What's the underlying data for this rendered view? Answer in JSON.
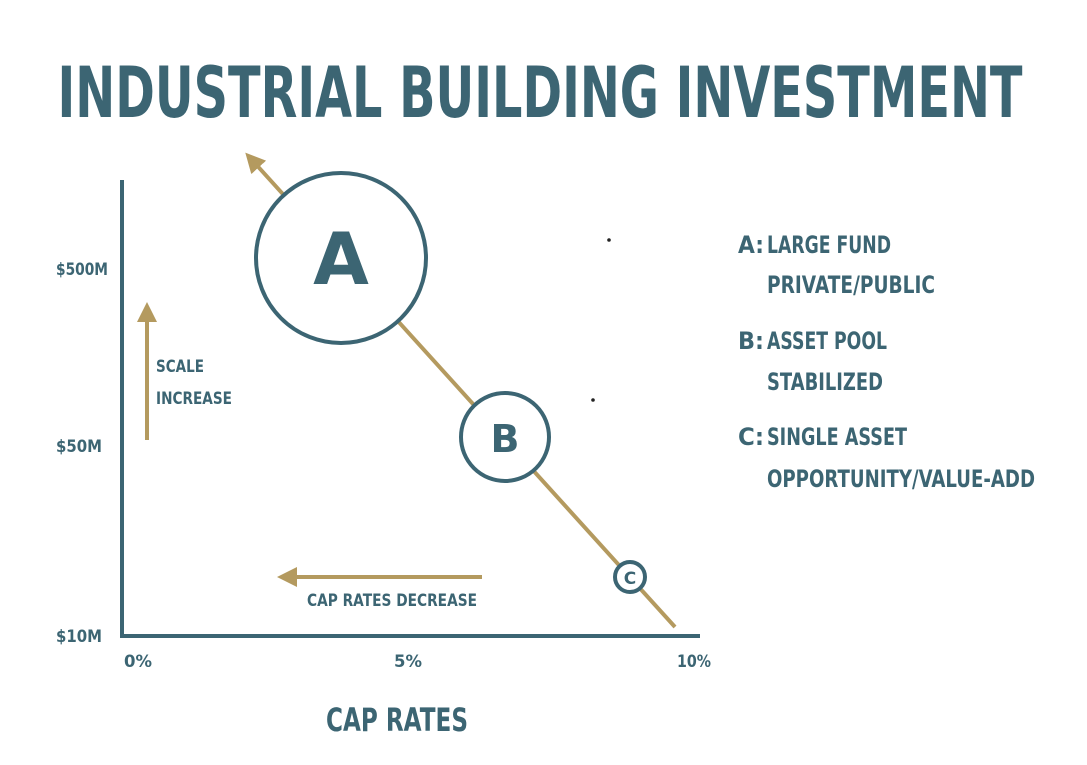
{
  "title": "INDUSTRIAL BUILDING INVESTMENT",
  "colors": {
    "primary": "#3c6573",
    "accent": "#b49a5f",
    "background": "#ffffff"
  },
  "y_axis": {
    "ticks": [
      "$500M",
      "$50M",
      "$10M"
    ]
  },
  "x_axis": {
    "label": "CAP RATES",
    "ticks": [
      "0%",
      "5%",
      "10%"
    ]
  },
  "annotations": {
    "scale_line1": "SCALE",
    "scale_line2": "INCREASE",
    "cap_rates_decrease": "CAP RATES DECREASE"
  },
  "nodes": [
    {
      "id": "A",
      "label": "A"
    },
    {
      "id": "B",
      "label": "B"
    },
    {
      "id": "C",
      "label": "C"
    }
  ],
  "legend": [
    {
      "key": "A:",
      "line1": "LARGE FUND",
      "line2": "PRIVATE/PUBLIC"
    },
    {
      "key": "B:",
      "line1": "ASSET POOL",
      "line2": "STABILIZED"
    },
    {
      "key": "C:",
      "line1": "SINGLE ASSET",
      "line2": "OPPORTUNITY/VALUE-ADD"
    }
  ]
}
